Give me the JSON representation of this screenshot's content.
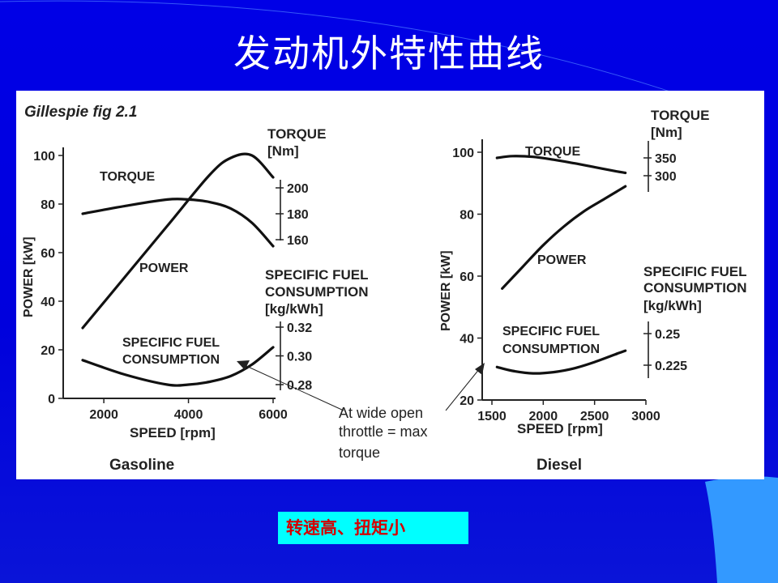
{
  "slide": {
    "title": "发动机外特性曲线",
    "caption": "转速高、扭矩小",
    "colors": {
      "background": "#0000e6",
      "accent_shape": "#3399ff",
      "caption_bg": "#00ffff",
      "caption_text": "#d40000",
      "title": "#ffffff"
    }
  },
  "figure": {
    "source_label": "Gillespie fig 2.1",
    "annotation": [
      "At wide open",
      "throttle = max",
      "torque"
    ]
  },
  "chart_data": [
    {
      "type": "line",
      "name": "Gasoline",
      "title": "Gasoline",
      "xlabel": "SPEED [rpm]",
      "xlim": [
        1250,
        6000
      ],
      "xticks": [
        2000,
        4000,
        6000
      ],
      "ylabel": "POWER [kW]",
      "ylim": [
        0,
        100
      ],
      "yticks": [
        0,
        20,
        40,
        60,
        80,
        100
      ],
      "torque_axis": {
        "label": [
          "TORQUE",
          "[Nm]"
        ],
        "ticks": [
          160,
          180,
          200
        ]
      },
      "sfc_axis": {
        "label": [
          "SPECIFIC FUEL",
          "CONSUMPTION",
          "[kg/kWh]"
        ],
        "ticks": [
          0.28,
          0.3,
          0.32
        ]
      },
      "series": [
        {
          "label": "POWER",
          "axis": "power",
          "x": [
            1500,
            2500,
            3500,
            4500,
            5000,
            5500,
            6000
          ],
          "y": [
            29,
            50,
            71,
            92,
            99,
            100,
            91
          ]
        },
        {
          "label": "TORQUE",
          "axis": "torque",
          "x": [
            1500,
            2500,
            3500,
            4000,
            4500,
            5000,
            5500,
            6000
          ],
          "y": [
            180,
            186,
            191,
            191,
            189,
            184,
            173,
            155
          ]
        },
        {
          "label": [
            "SPECIFIC FUEL",
            "CONSUMPTION"
          ],
          "axis": "sfc",
          "x": [
            1500,
            2500,
            3500,
            4000,
            4500,
            5000,
            5500,
            6000
          ],
          "y": [
            0.297,
            0.287,
            0.28,
            0.28,
            0.282,
            0.286,
            0.294,
            0.306
          ]
        }
      ]
    },
    {
      "type": "line",
      "name": "Diesel",
      "title": "Diesel",
      "xlabel": "SPEED [rpm]",
      "xlim": [
        1450,
        3000
      ],
      "xticks": [
        1500,
        2000,
        2500,
        3000
      ],
      "ylabel": "POWER [kW]",
      "ylim": [
        20,
        100
      ],
      "yticks": [
        20,
        40,
        60,
        80,
        100
      ],
      "torque_axis": {
        "label": [
          "TORQUE",
          "[Nm]"
        ],
        "ticks": [
          300,
          350
        ]
      },
      "sfc_axis": {
        "label": [
          "SPECIFIC FUEL",
          "CONSUMPTION",
          "[kg/kWh]"
        ],
        "ticks": [
          0.225,
          0.25
        ]
      },
      "series": [
        {
          "label": "POWER",
          "axis": "power",
          "x": [
            1600,
            1800,
            2000,
            2200,
            2400,
            2600,
            2800
          ],
          "y": [
            56,
            63,
            70,
            76,
            81,
            85,
            89
          ]
        },
        {
          "label": "TORQUE",
          "axis": "torque",
          "x": [
            1550,
            1700,
            1900,
            2100,
            2300,
            2500,
            2700,
            2800
          ],
          "y": [
            350,
            355,
            353,
            345,
            335,
            324,
            313,
            308
          ]
        },
        {
          "label": [
            "SPECIFIC FUEL",
            "CONSUMPTION"
          ],
          "axis": "sfc",
          "x": [
            1550,
            1700,
            1900,
            2100,
            2300,
            2500,
            2700,
            2800
          ],
          "y": [
            0.2235,
            0.2205,
            0.2185,
            0.2195,
            0.2225,
            0.2275,
            0.2335,
            0.2365
          ]
        }
      ]
    }
  ]
}
